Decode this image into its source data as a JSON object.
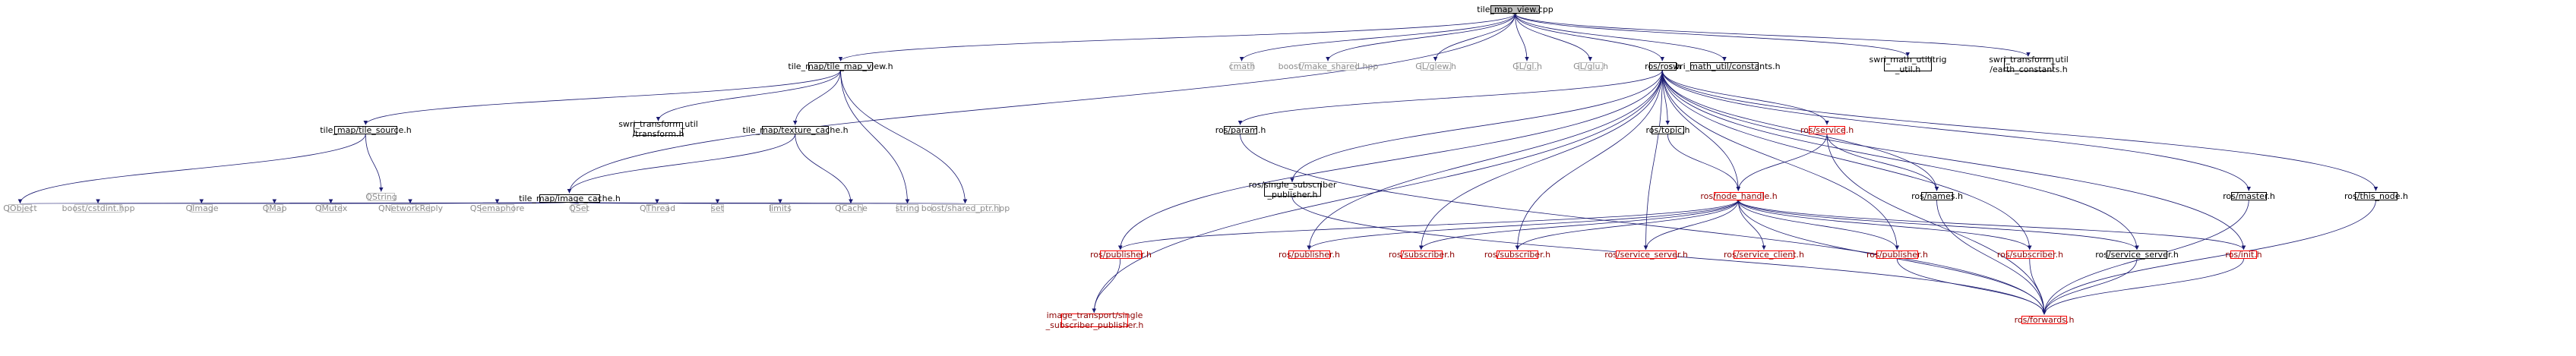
{
  "graph": {
    "colors": {
      "edge": "#191970",
      "root_fill": "#bfbfbf",
      "missing_border": "#bfbfbf",
      "missing_text": "#8c8c8c",
      "documented_border": "#000000",
      "undocumented_border": "#ff0000",
      "undocumented_text": "#8b0000"
    },
    "nodes": {
      "tile_map_view_cpp": {
        "label": "tile_map_view.cpp",
        "style": "root"
      },
      "tile_map_view_h": {
        "label": "tile_map/tile_map_view.h",
        "style": "black"
      },
      "cmath": {
        "label": "cmath",
        "style": "gray"
      },
      "make_shared": {
        "label": "boost/make_shared.hpp",
        "style": "gray"
      },
      "glew": {
        "label": "GL/glew.h",
        "style": "gray"
      },
      "gl": {
        "label": "GL/gl.h",
        "style": "gray"
      },
      "glu": {
        "label": "GL/glu.h",
        "style": "gray"
      },
      "ros_ros": {
        "label": "ros/ros.h",
        "style": "black"
      },
      "swri_constants": {
        "label": "swri_math_util/constants.h",
        "style": "black"
      },
      "swri_trig": {
        "label": "swri_math_util/trig\n_util.h",
        "style": "black"
      },
      "swri_earth": {
        "label": "swri_transform_util\n/earth_constants.h",
        "style": "black"
      },
      "tile_source": {
        "label": "tile_map/tile_source.h",
        "style": "black"
      },
      "swri_transform": {
        "label": "swri_transform_util\n/transform.h",
        "style": "black"
      },
      "texture_cache": {
        "label": "tile_map/texture_cache.h",
        "style": "black"
      },
      "qstring": {
        "label": "QString",
        "style": "gray"
      },
      "image_cache": {
        "label": "tile_map/image_cache.h",
        "style": "black"
      },
      "qobject": {
        "label": "QObject",
        "style": "gray"
      },
      "cstdint": {
        "label": "boost/cstdint.hpp",
        "style": "gray"
      },
      "qimage": {
        "label": "QImage",
        "style": "gray"
      },
      "qmap": {
        "label": "QMap",
        "style": "gray"
      },
      "qmutex": {
        "label": "QMutex",
        "style": "gray"
      },
      "qnetworkreply": {
        "label": "QNetworkReply",
        "style": "gray"
      },
      "qsemaphore": {
        "label": "QSemaphore",
        "style": "gray"
      },
      "qset": {
        "label": "QSet",
        "style": "gray"
      },
      "qthread": {
        "label": "QThread",
        "style": "gray"
      },
      "set": {
        "label": "set",
        "style": "gray"
      },
      "limits": {
        "label": "limits",
        "style": "gray"
      },
      "qcache": {
        "label": "QCache",
        "style": "gray"
      },
      "string": {
        "label": "string",
        "style": "gray"
      },
      "shared_ptr": {
        "label": "boost/shared_ptr.hpp",
        "style": "gray"
      },
      "ros_param": {
        "label": "ros/param.h",
        "style": "black"
      },
      "ros_single_sub": {
        "label": "ros/single_subscriber\n_publisher.h",
        "style": "black"
      },
      "ros_topic": {
        "label": "ros/topic.h",
        "style": "black"
      },
      "ros_service": {
        "label": "ros/service.h",
        "style": "red"
      },
      "ros_names": {
        "label": "ros/names.h",
        "style": "black"
      },
      "ros_master": {
        "label": "ros/master.h",
        "style": "black"
      },
      "ros_this_node": {
        "label": "ros/this_node.h",
        "style": "black"
      },
      "ros_node_handle": {
        "label": "ros/node_handle.h",
        "style": "red"
      },
      "ros_publisher_a": {
        "label": "ros/publisher.h",
        "style": "red"
      },
      "ros_publisher_b": {
        "label": "ros/publisher.h",
        "style": "red"
      },
      "ros_subscriber_a": {
        "label": "ros/subscriber.h",
        "style": "red"
      },
      "ros_subscriber_b": {
        "label": "ros/subscriber.h",
        "style": "red"
      },
      "ros_service_server_a": {
        "label": "ros/service_server.h",
        "style": "red"
      },
      "ros_service_client": {
        "label": "ros/service_client.h",
        "style": "red"
      },
      "ros_publisher_c": {
        "label": "ros/publisher.h",
        "style": "red"
      },
      "ros_subscriber_c": {
        "label": "ros/subscriber.h",
        "style": "red"
      },
      "ros_service_server_b": {
        "label": "ros/service_server.h",
        "style": "black"
      },
      "ros_init": {
        "label": "ros/init.h",
        "style": "red"
      },
      "image_transport_ssp": {
        "label": "image_transport/single\n_subscriber_publisher.h",
        "style": "red"
      },
      "ros_forwards": {
        "label": "ros/forwards.h",
        "style": "red"
      }
    }
  }
}
